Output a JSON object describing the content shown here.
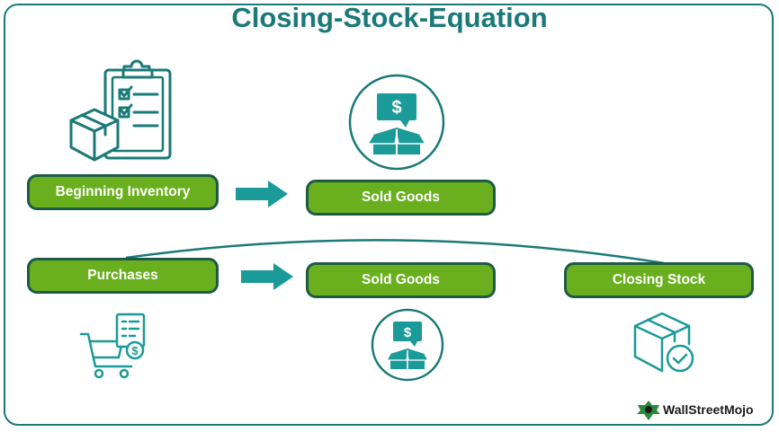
{
  "title": "Closing-Stock-Equation",
  "boxes": {
    "beginning_inventory": "Beginning Inventory",
    "sold_goods_top": "Sold Goods",
    "purchases": "Purchases",
    "sold_goods_bottom": "Sold Goods",
    "closing_stock": "Closing Stock"
  },
  "icons": {
    "clipboard": "clipboard-box-icon",
    "sold_top": "sold-goods-icon",
    "cart": "shopping-cart-icon",
    "sold_bottom": "sold-goods-icon",
    "closing": "box-check-icon"
  },
  "dollar_symbol": "$",
  "logo": {
    "text": "WallStreetMojo"
  },
  "colors": {
    "teal": "#1a7a78",
    "green": "#6aaf1e",
    "border": "#1e5a46",
    "arrow": "#1a9a98"
  }
}
